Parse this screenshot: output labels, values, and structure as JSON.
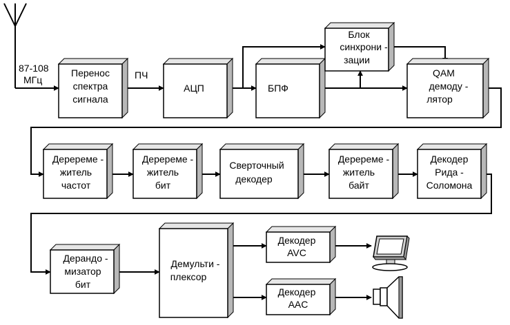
{
  "antenna": {
    "freq_line1": "87-108",
    "freq_line2": "МГц"
  },
  "link_labels": {
    "if": "ПЧ"
  },
  "blocks": {
    "shift": [
      "Перенос",
      "спектра",
      "сигнала"
    ],
    "adc": [
      "АЦП"
    ],
    "fft": [
      "БПФ"
    ],
    "sync": [
      "Блок",
      "синхрони -",
      "зации"
    ],
    "qam": [
      "QAM",
      "демоду -",
      "лятор"
    ],
    "freq_deint": [
      "Деpереме -",
      "житель",
      "частот"
    ],
    "bit_deint": [
      "Деpереме -",
      "житель",
      "бит"
    ],
    "conv_dec": [
      "Сверточный",
      "декодер"
    ],
    "byte_deint": [
      "Деpереме -",
      "житель",
      "байт"
    ],
    "rs_dec": [
      "Декодер",
      "Рида -",
      "Соломона"
    ],
    "derand": [
      "Дерандо -",
      "мизатор",
      "бит"
    ],
    "demux": [
      "Демульти -",
      "плексор"
    ],
    "avc": [
      "Декодер",
      "AVC"
    ],
    "aac": [
      "Декодер",
      "AAC"
    ]
  },
  "icons": {
    "monitor": "monitor-icon",
    "speaker": "speaker-icon",
    "antenna": "antenna-icon"
  }
}
